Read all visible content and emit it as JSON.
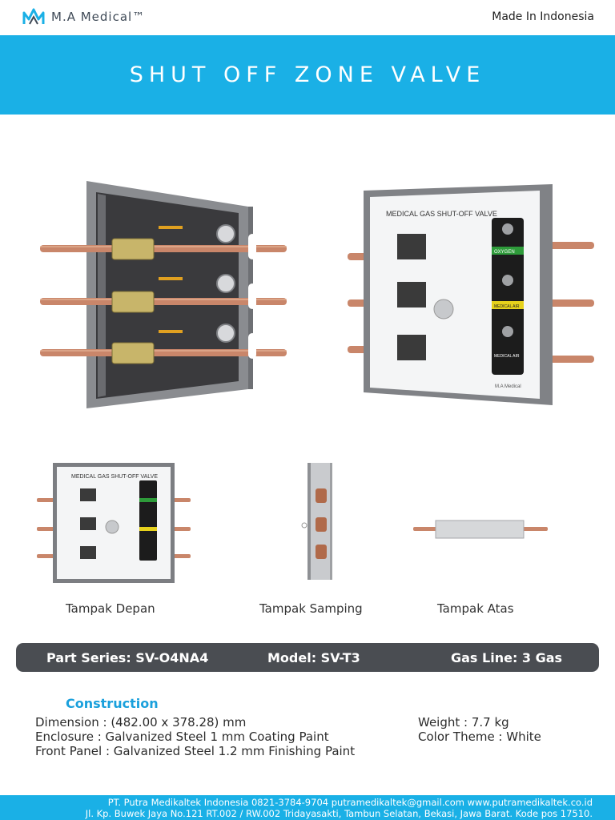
{
  "header": {
    "brand": "M.A Medical™",
    "origin": "Made In Indonesia"
  },
  "banner": {
    "title": "SHUT OFF ZONE VALVE"
  },
  "product_views": {
    "panel_heading": "MEDICAL GAS SHUT-OFF VALVE",
    "gas_labels": [
      "OXYGEN",
      "MEDICAL AIR",
      "MEDICAL AIR"
    ],
    "panel_brand": "M.A Medical",
    "front_label": "Tampak Depan",
    "side_label": "Tampak Samping",
    "top_label": "Tampak Atas"
  },
  "spec_bar": {
    "part_series": "Part Series: SV-O4NA4",
    "model": "Model: SV-T3",
    "gas_line": "Gas Line: 3 Gas"
  },
  "construction": {
    "title": "Construction",
    "dimension": "Dimension   : (482.00 x 378.28) mm",
    "enclosure": "Enclosure    : Galvanized Steel 1 mm Coating Paint",
    "front_panel": "Front Panel  : Galvanized Steel 1.2 mm Finishing Paint",
    "weight": "Weight          : 7.7 kg",
    "color_theme": "Color Theme : White"
  },
  "footer": {
    "line1": "PT. Putra Medikaltek Indonesia  0821-3784-9704  putramedikaltek@gmail.com  www.putramedikaltek.co.id",
    "line2": "Jl. Kp. Buwek Jaya No.121 RT.002 / RW.002 Tridayasakti, Tambun Selatan, Bekasi, Jawa Barat. Kode pos 17510."
  },
  "colors": {
    "accent": "#1ab0e6",
    "spec_bar": "#4a4d52",
    "copper": "#c8825f",
    "frame": "#7a7c80"
  }
}
